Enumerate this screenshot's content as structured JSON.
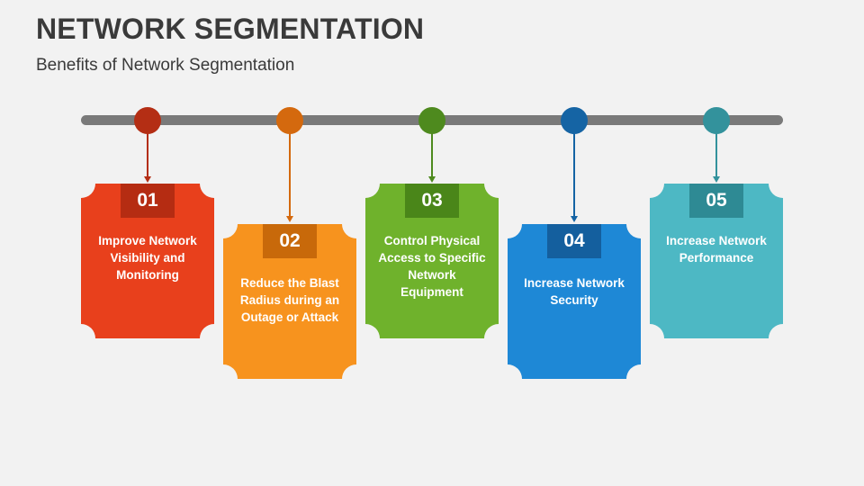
{
  "header": {
    "title": "NETWORK SEGMENTATION",
    "subtitle": "Benefits of Network Segmentation"
  },
  "steps": [
    {
      "number": "01",
      "text": "Improve Network Visibility and Monitoring",
      "color": "#e8401c",
      "tab_color": "#b52c12",
      "node_color": "#b42e14"
    },
    {
      "number": "02",
      "text": "Reduce the Blast Radius during an Outage or Attack",
      "color": "#f7931e",
      "tab_color": "#c8690a",
      "node_color": "#d4690e"
    },
    {
      "number": "03",
      "text": "Control Physical Access to Specific Network Equipment",
      "color": "#6fb22c",
      "tab_color": "#4a8619",
      "node_color": "#4e8a1e"
    },
    {
      "number": "04",
      "text": "Increase Network Security",
      "color": "#1e88d6",
      "tab_color": "#145f9e",
      "node_color": "#1564a4"
    },
    {
      "number": "05",
      "text": "Increase Network Performance",
      "color": "#4db8c4",
      "tab_color": "#2e8a94",
      "node_color": "#33929c"
    }
  ]
}
